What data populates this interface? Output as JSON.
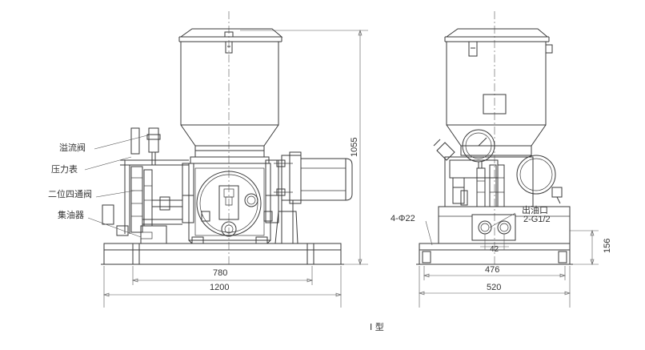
{
  "labels": {
    "overflow_valve": "溢流阀",
    "pressure_gauge": "压力表",
    "two_position_four_way_valve": "二位四通阀",
    "oil_collector": "集油器",
    "mounting_holes": "4-Φ22",
    "outlet": "出油口",
    "outlet_thread": "2-G1/2"
  },
  "dimensions": {
    "height_total": "1055",
    "front_inner_width": "780",
    "front_total_width": "1200",
    "side_outlet_spacing": "42",
    "side_inner_width": "476",
    "side_total_width": "520",
    "side_base_height": "156"
  },
  "caption": "I 型"
}
